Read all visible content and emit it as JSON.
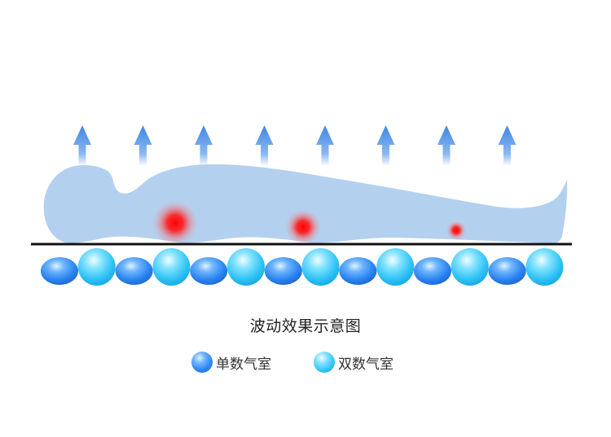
{
  "diagram": {
    "caption": "波动效果示意图",
    "legend": [
      {
        "key": "odd",
        "label": "单数气室"
      },
      {
        "key": "even",
        "label": "双数气室"
      }
    ],
    "arrow_count": 8,
    "chambers": [
      "odd",
      "even",
      "odd",
      "even",
      "odd",
      "even",
      "odd",
      "even",
      "odd",
      "even",
      "odd",
      "even",
      "odd",
      "even"
    ],
    "pressure_points": 3,
    "colors": {
      "body": "#b3d0ef",
      "arrow": "#4a8fe6",
      "pressure": "#ff1a1a",
      "baseline": "#111111",
      "odd_chamber": "#2c86f0",
      "even_chamber": "#2fc3f5"
    }
  }
}
